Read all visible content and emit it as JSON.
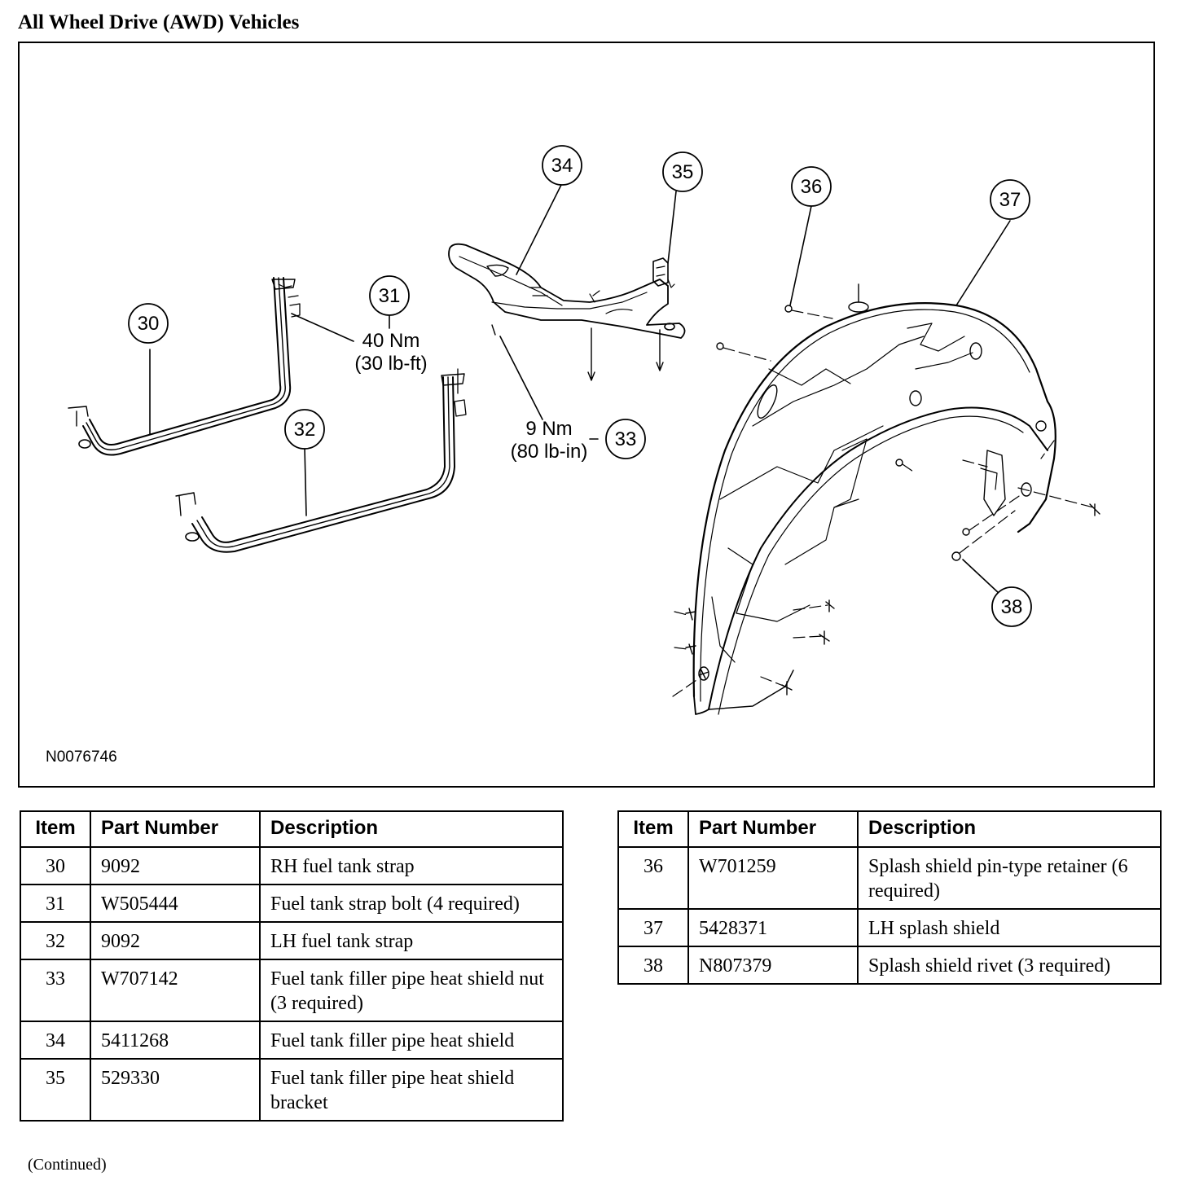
{
  "title": "All Wheel Drive (AWD) Vehicles",
  "diagram": {
    "figure_id": "N0076746",
    "callouts": {
      "c30": "30",
      "c31": "31",
      "c32": "32",
      "c33": "33",
      "c34": "34",
      "c35": "35",
      "c36": "36",
      "c37": "37",
      "c38": "38"
    },
    "torque_31": {
      "metric": "40 Nm",
      "imperial": "(30 lb-ft)"
    },
    "torque_33": {
      "metric": "9 Nm",
      "imperial": "(80 lb-in)"
    }
  },
  "table_headers": {
    "item": "Item",
    "part_number": "Part Number",
    "description": "Description"
  },
  "tables": {
    "left": [
      {
        "item": "30",
        "part": "9092",
        "desc": "RH fuel tank strap"
      },
      {
        "item": "31",
        "part": "W505444",
        "desc": "Fuel tank strap bolt (4 required)"
      },
      {
        "item": "32",
        "part": "9092",
        "desc": "LH fuel tank strap"
      },
      {
        "item": "33",
        "part": "W707142",
        "desc": "Fuel tank filler pipe heat shield nut (3 required)"
      },
      {
        "item": "34",
        "part": "5411268",
        "desc": "Fuel tank filler pipe heat shield"
      },
      {
        "item": "35",
        "part": "529330",
        "desc": "Fuel tank filler pipe heat shield bracket"
      }
    ],
    "right": [
      {
        "item": "36",
        "part": "W701259",
        "desc": "Splash shield pin-type retainer (6 required)"
      },
      {
        "item": "37",
        "part": "5428371",
        "desc": "LH splash shield"
      },
      {
        "item": "38",
        "part": "N807379",
        "desc": "Splash shield rivet (3 required)"
      }
    ]
  },
  "footnote": "(Continued)"
}
